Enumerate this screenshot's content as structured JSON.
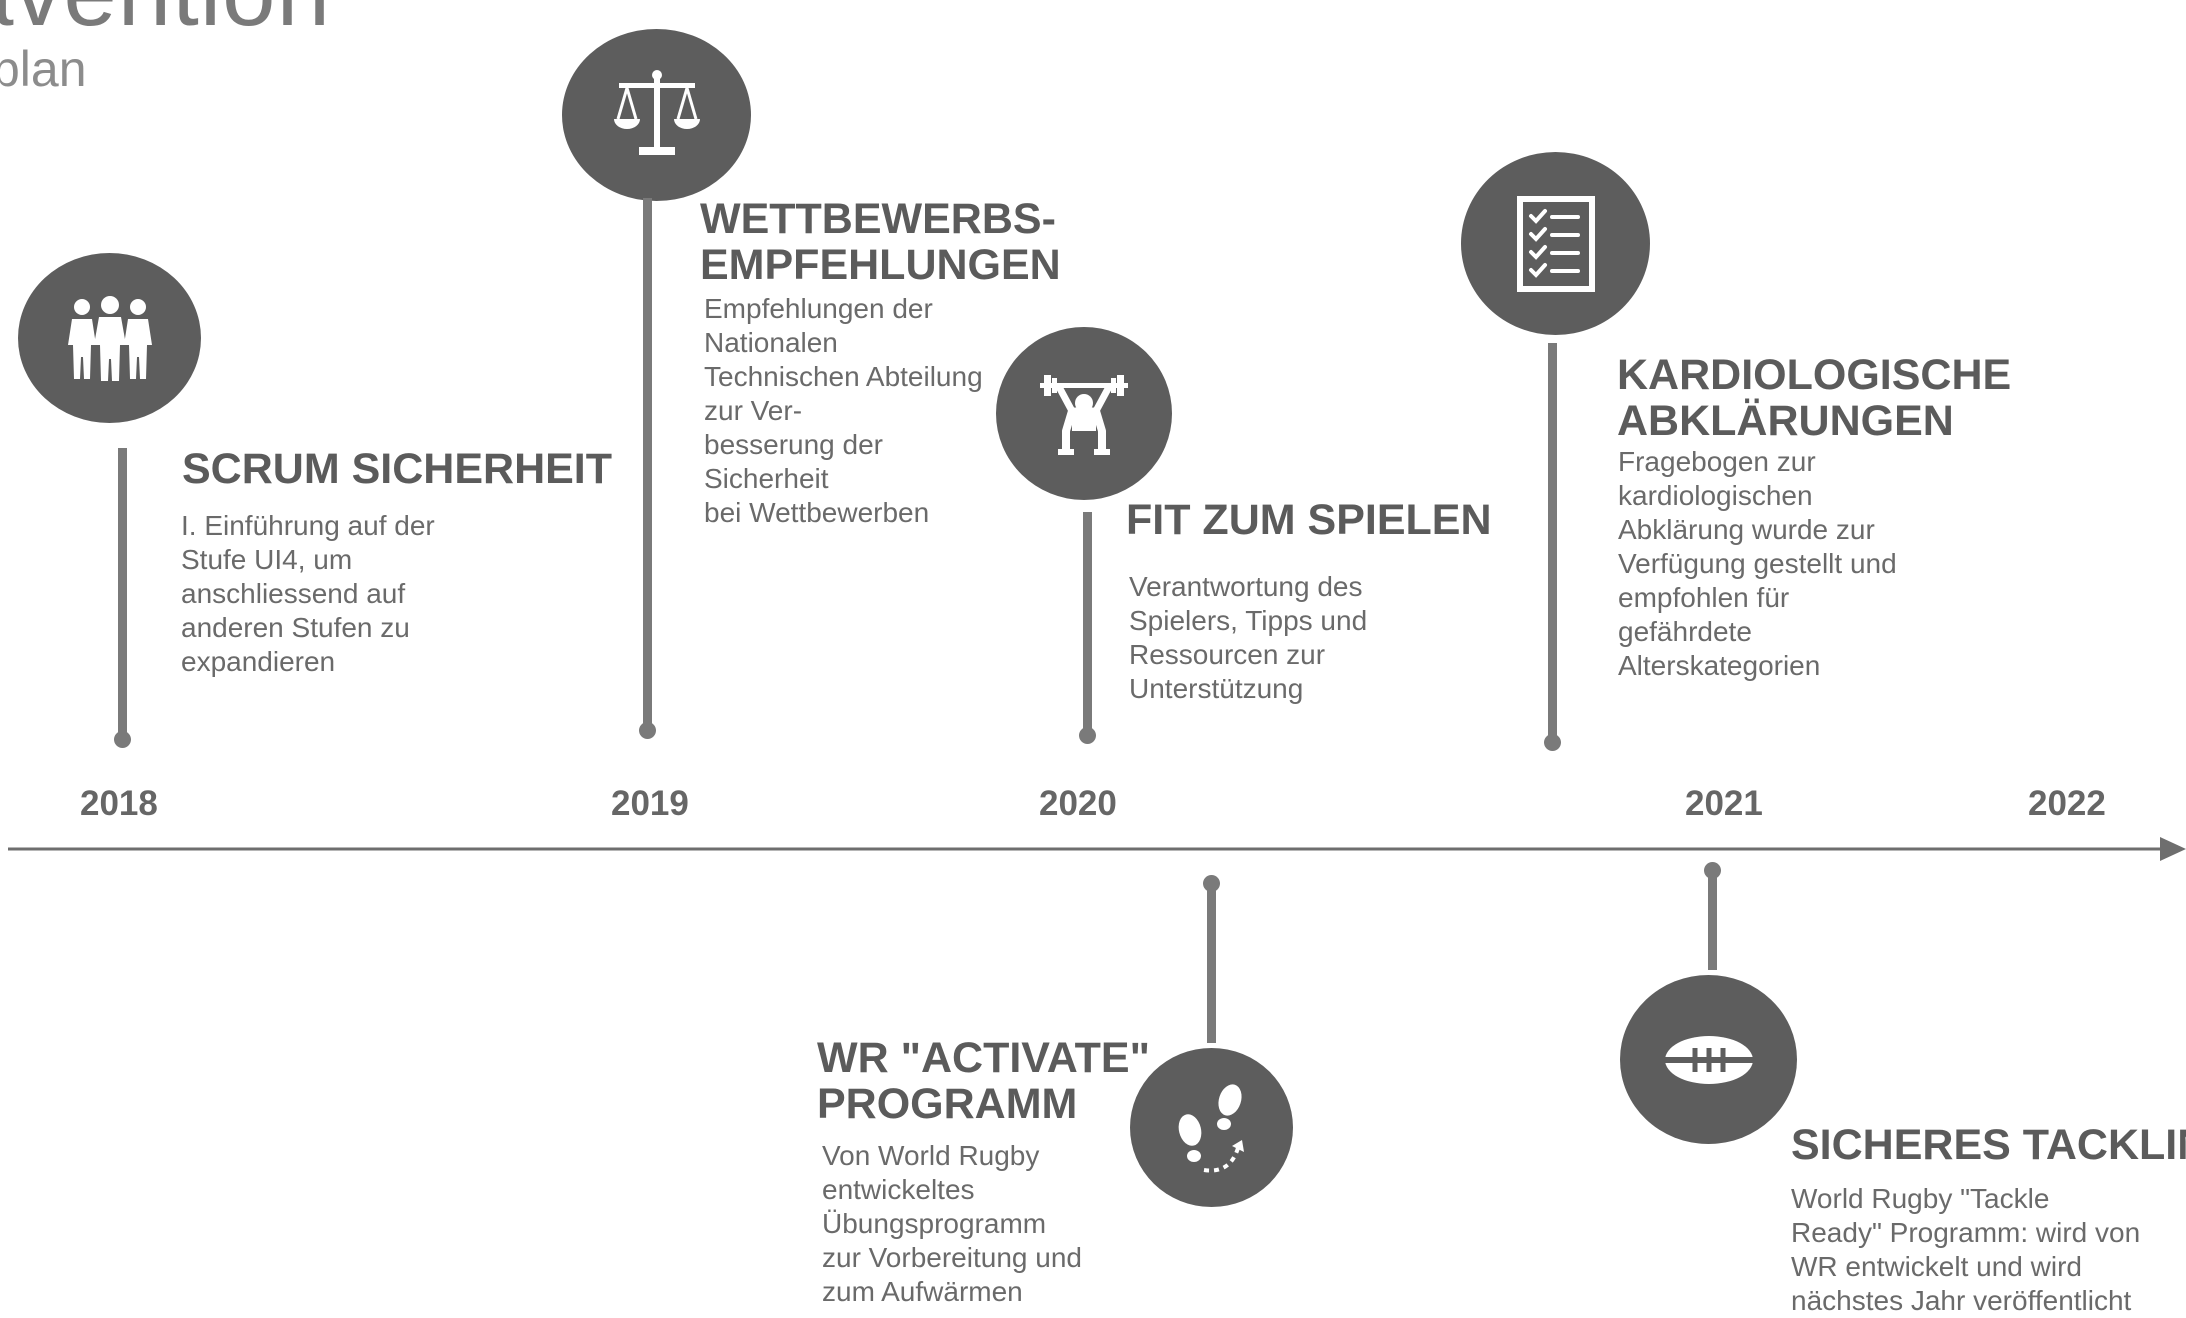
{
  "header": {
    "title_partial": "avention",
    "subtitle_partial": "plan"
  },
  "colors": {
    "circle": "#5d5d5d",
    "line": "#7a7a7a",
    "text": "#5b5b5b"
  },
  "timeline": {
    "years": [
      "2018",
      "2019",
      "2020",
      "2021",
      "2022"
    ],
    "events": [
      {
        "heading": "SCRUM SICHERHEIT",
        "body": "I. Einführung auf der\nStufe UI4, um\nanschliessend auf\nanderen Stufen zu\nexpandieren",
        "icon": "people-icon"
      },
      {
        "heading": "WETTBEWERBS-\nEMPFEHLUNGEN",
        "body": "Empfehlungen der\nNationalen\nTechnischen Abteilung\nzur Ver-\nbesserung der\nSicherheit\nbei Wettbewerben",
        "icon": "scales-icon"
      },
      {
        "heading": "FIT ZUM SPIELEN",
        "body": "Verantwortung des\nSpielers, Tipps und\nRessourcen zur\nUnterstützung",
        "icon": "weightlifter-icon"
      },
      {
        "heading": "KARDIOLOGISCHE\nABKLÄRUNGEN",
        "body": "Fragebogen zur\nkardiologischen\nAbklärung wurde zur\nVerfügung gestellt und\nempfohlen für\ngefährdete\nAlterskategorien",
        "icon": "checklist-icon"
      },
      {
        "heading": "WR \"ACTIVATE\"\nPROGRAMM",
        "body": "Von World Rugby\nentwickeltes\nÜbungsprogramm\nzur Vorbereitung und\nzum Aufwärmen",
        "icon": "footsteps-icon"
      },
      {
        "heading": "SICHERES TACKLING",
        "body": "World Rugby \"Tackle\nReady\" Programm: wird von\nWR entwickelt und wird\nnächstes Jahr veröffentlicht",
        "icon": "rugby-ball-icon"
      }
    ]
  }
}
